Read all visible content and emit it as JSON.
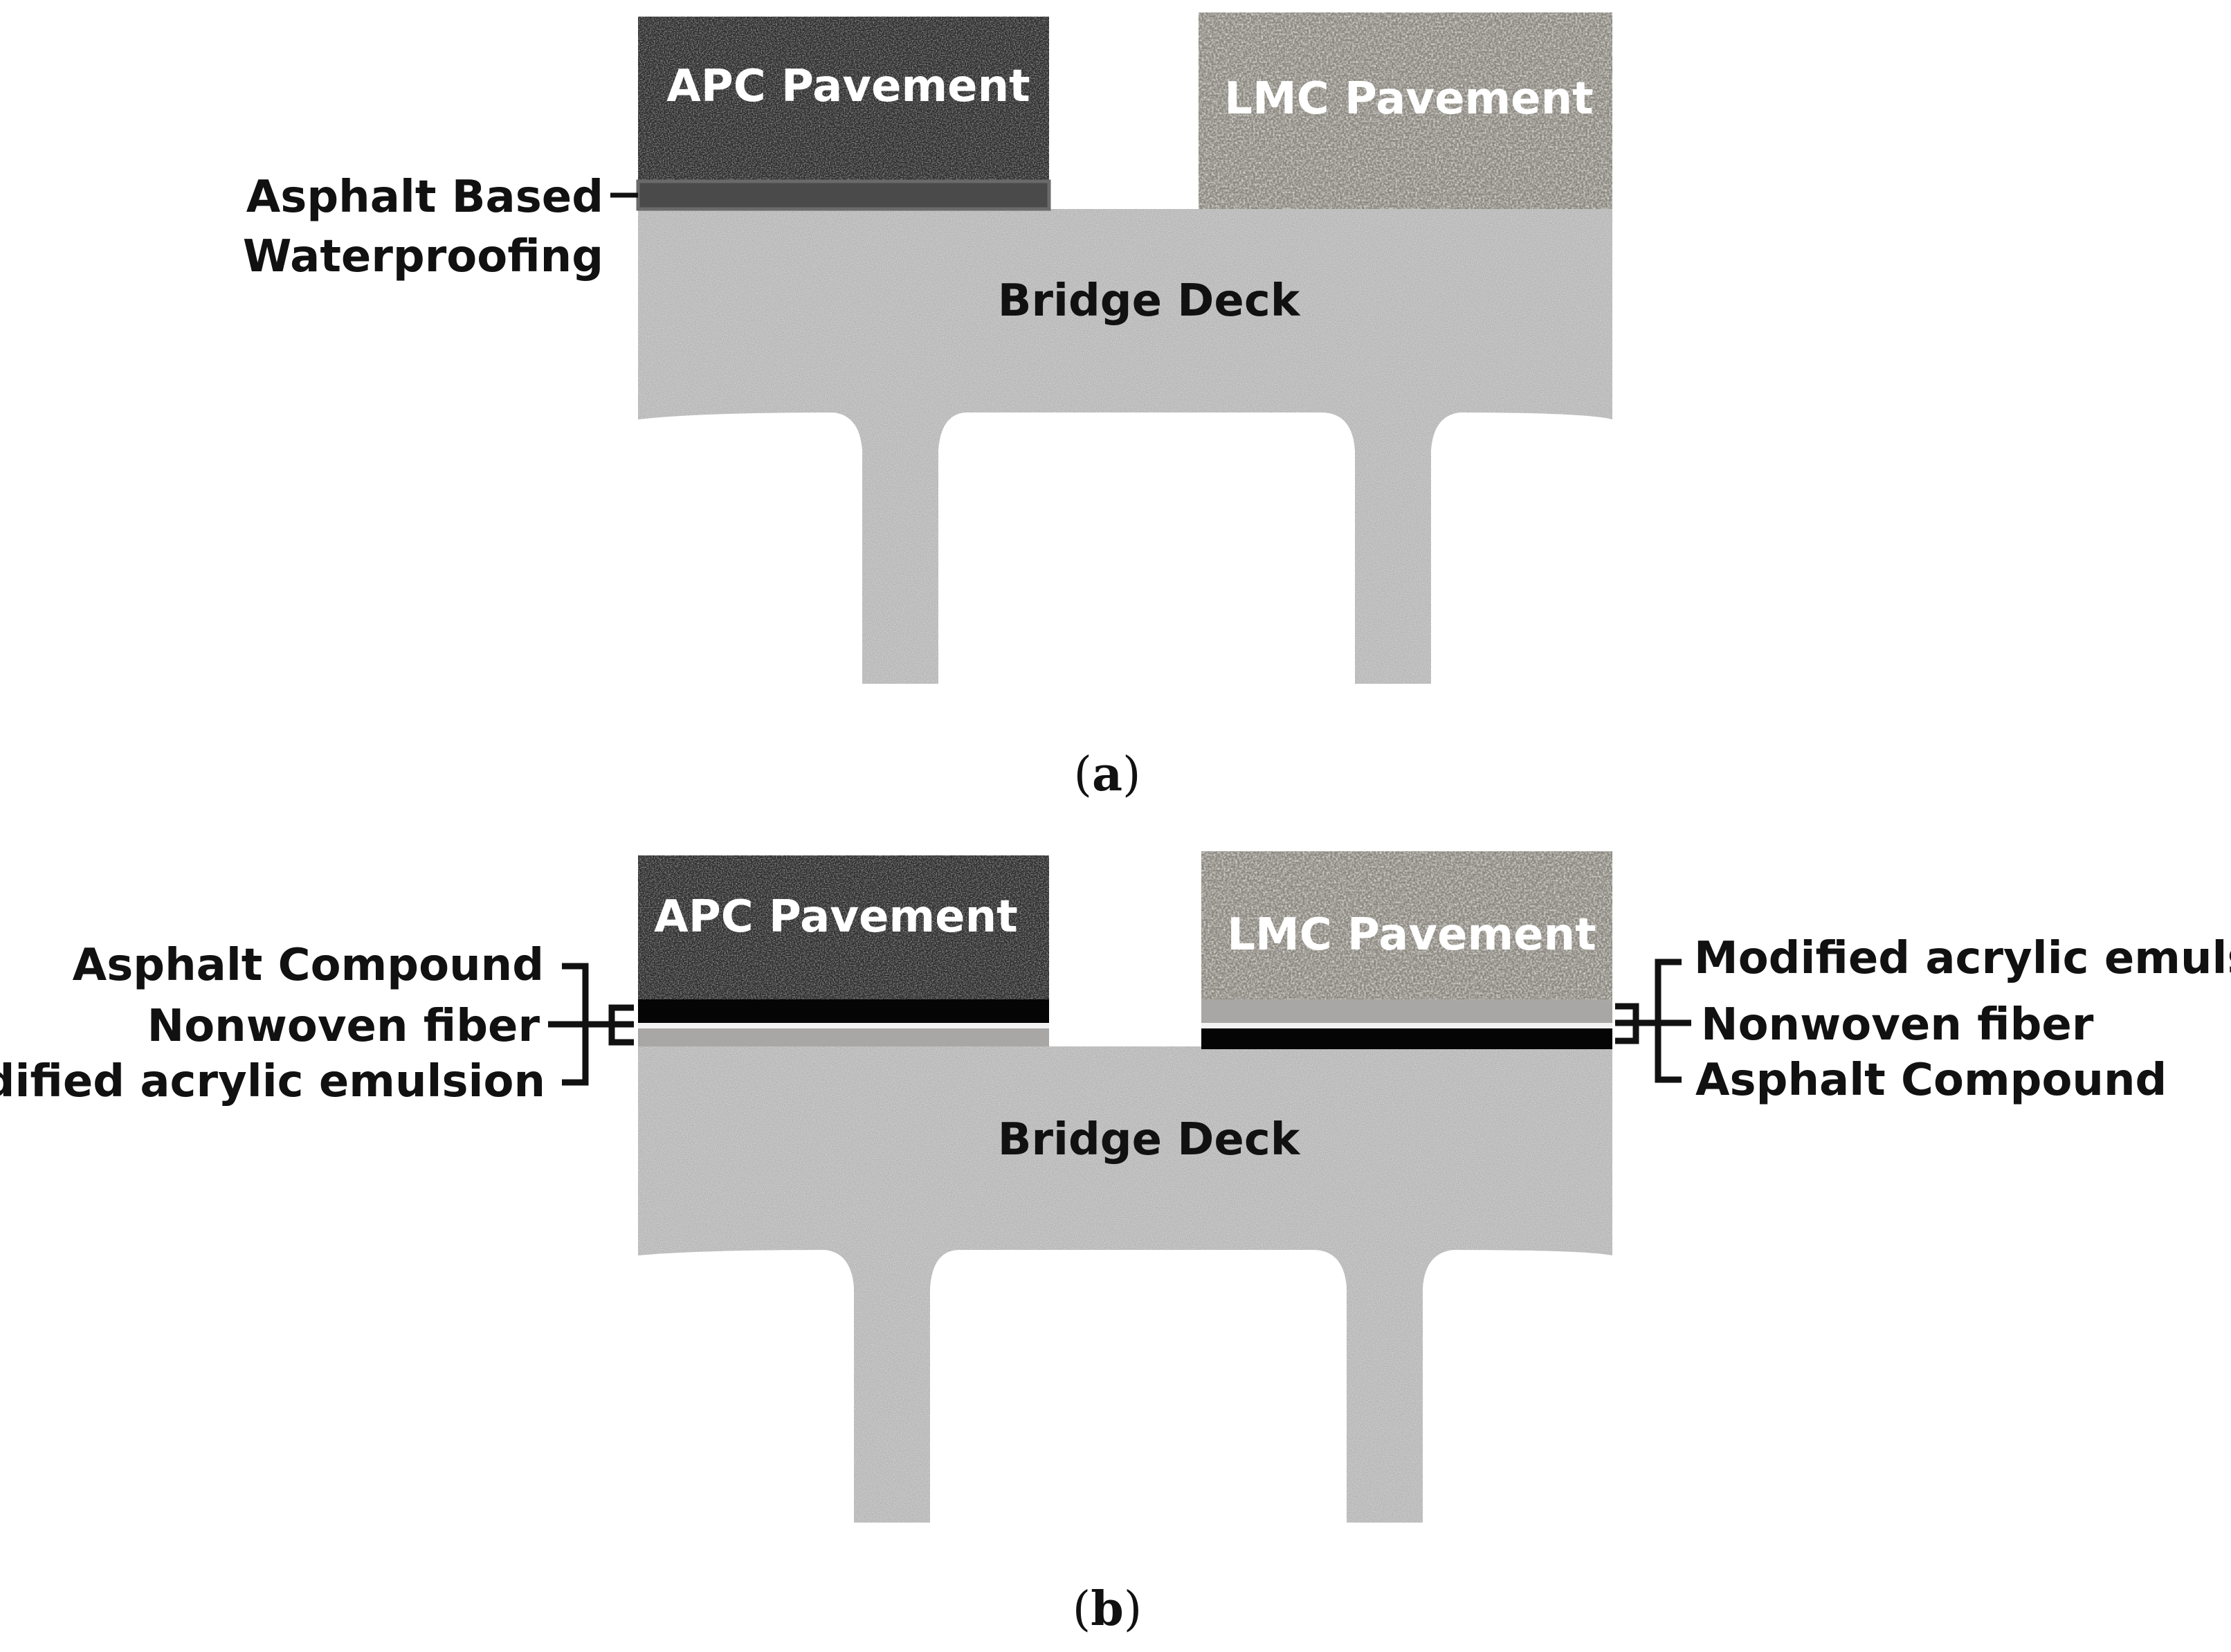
{
  "panel_a": {
    "apc_label": "APC Pavement",
    "lmc_label": "LMC Pavement",
    "deck_label": "Bridge Deck",
    "waterproofing_label_line1": "Asphalt Based",
    "waterproofing_label_line2": "Waterproofing",
    "caption_open": "(",
    "caption_letter": "a",
    "caption_close": ")"
  },
  "panel_b": {
    "apc_label": "APC Pavement",
    "lmc_label": "LMC Pavement",
    "deck_label": "Bridge Deck",
    "left_layers": [
      "Asphalt Compound",
      "Nonwoven fiber",
      "Modified acrylic emulsion"
    ],
    "right_layers": [
      "Modified acrylic emulsion",
      "Nonwoven fiber",
      "Asphalt Compound"
    ],
    "caption_open": "(",
    "caption_letter": "b",
    "caption_close": ")"
  },
  "colors": {
    "apc": "#2b2b2b",
    "lmc": "#8a8780",
    "deck": "#b4b4b4",
    "waterproofing_a": "#4a4a4a",
    "asphalt_compound": "#050505",
    "acrylic_emulsion": "#a9a7a6"
  }
}
